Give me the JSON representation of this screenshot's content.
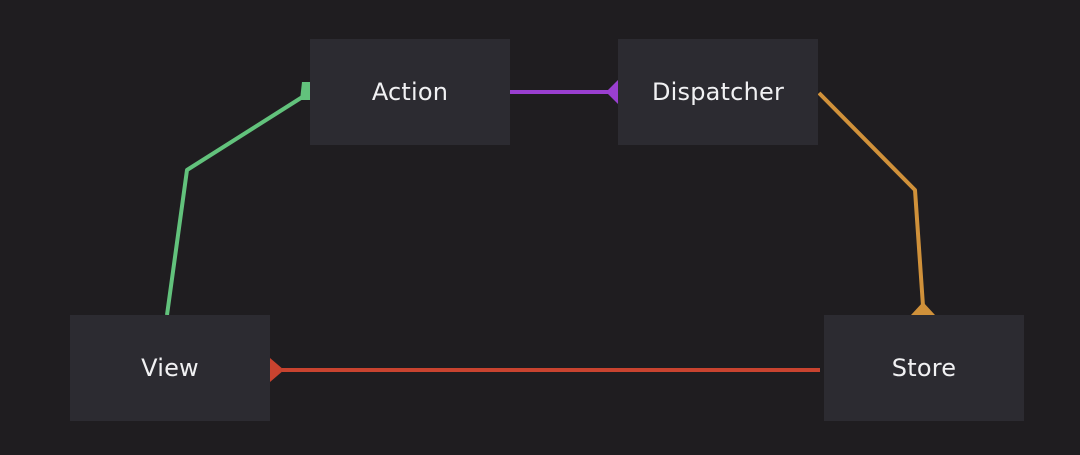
{
  "nodes": {
    "action": {
      "label": "Action"
    },
    "dispatcher": {
      "label": "Dispatcher"
    },
    "view": {
      "label": "View"
    },
    "store": {
      "label": "Store"
    }
  },
  "edges": [
    {
      "from": "view",
      "to": "action",
      "color": "#62c27c"
    },
    {
      "from": "action",
      "to": "dispatcher",
      "color": "#9a3fd0"
    },
    {
      "from": "dispatcher",
      "to": "store",
      "color": "#d0913a"
    },
    {
      "from": "store",
      "to": "view",
      "color": "#c8432f"
    }
  ],
  "colors": {
    "background": "#1f1d20",
    "node_fill": "#2c2b31",
    "node_text": "#f1f1f3"
  }
}
